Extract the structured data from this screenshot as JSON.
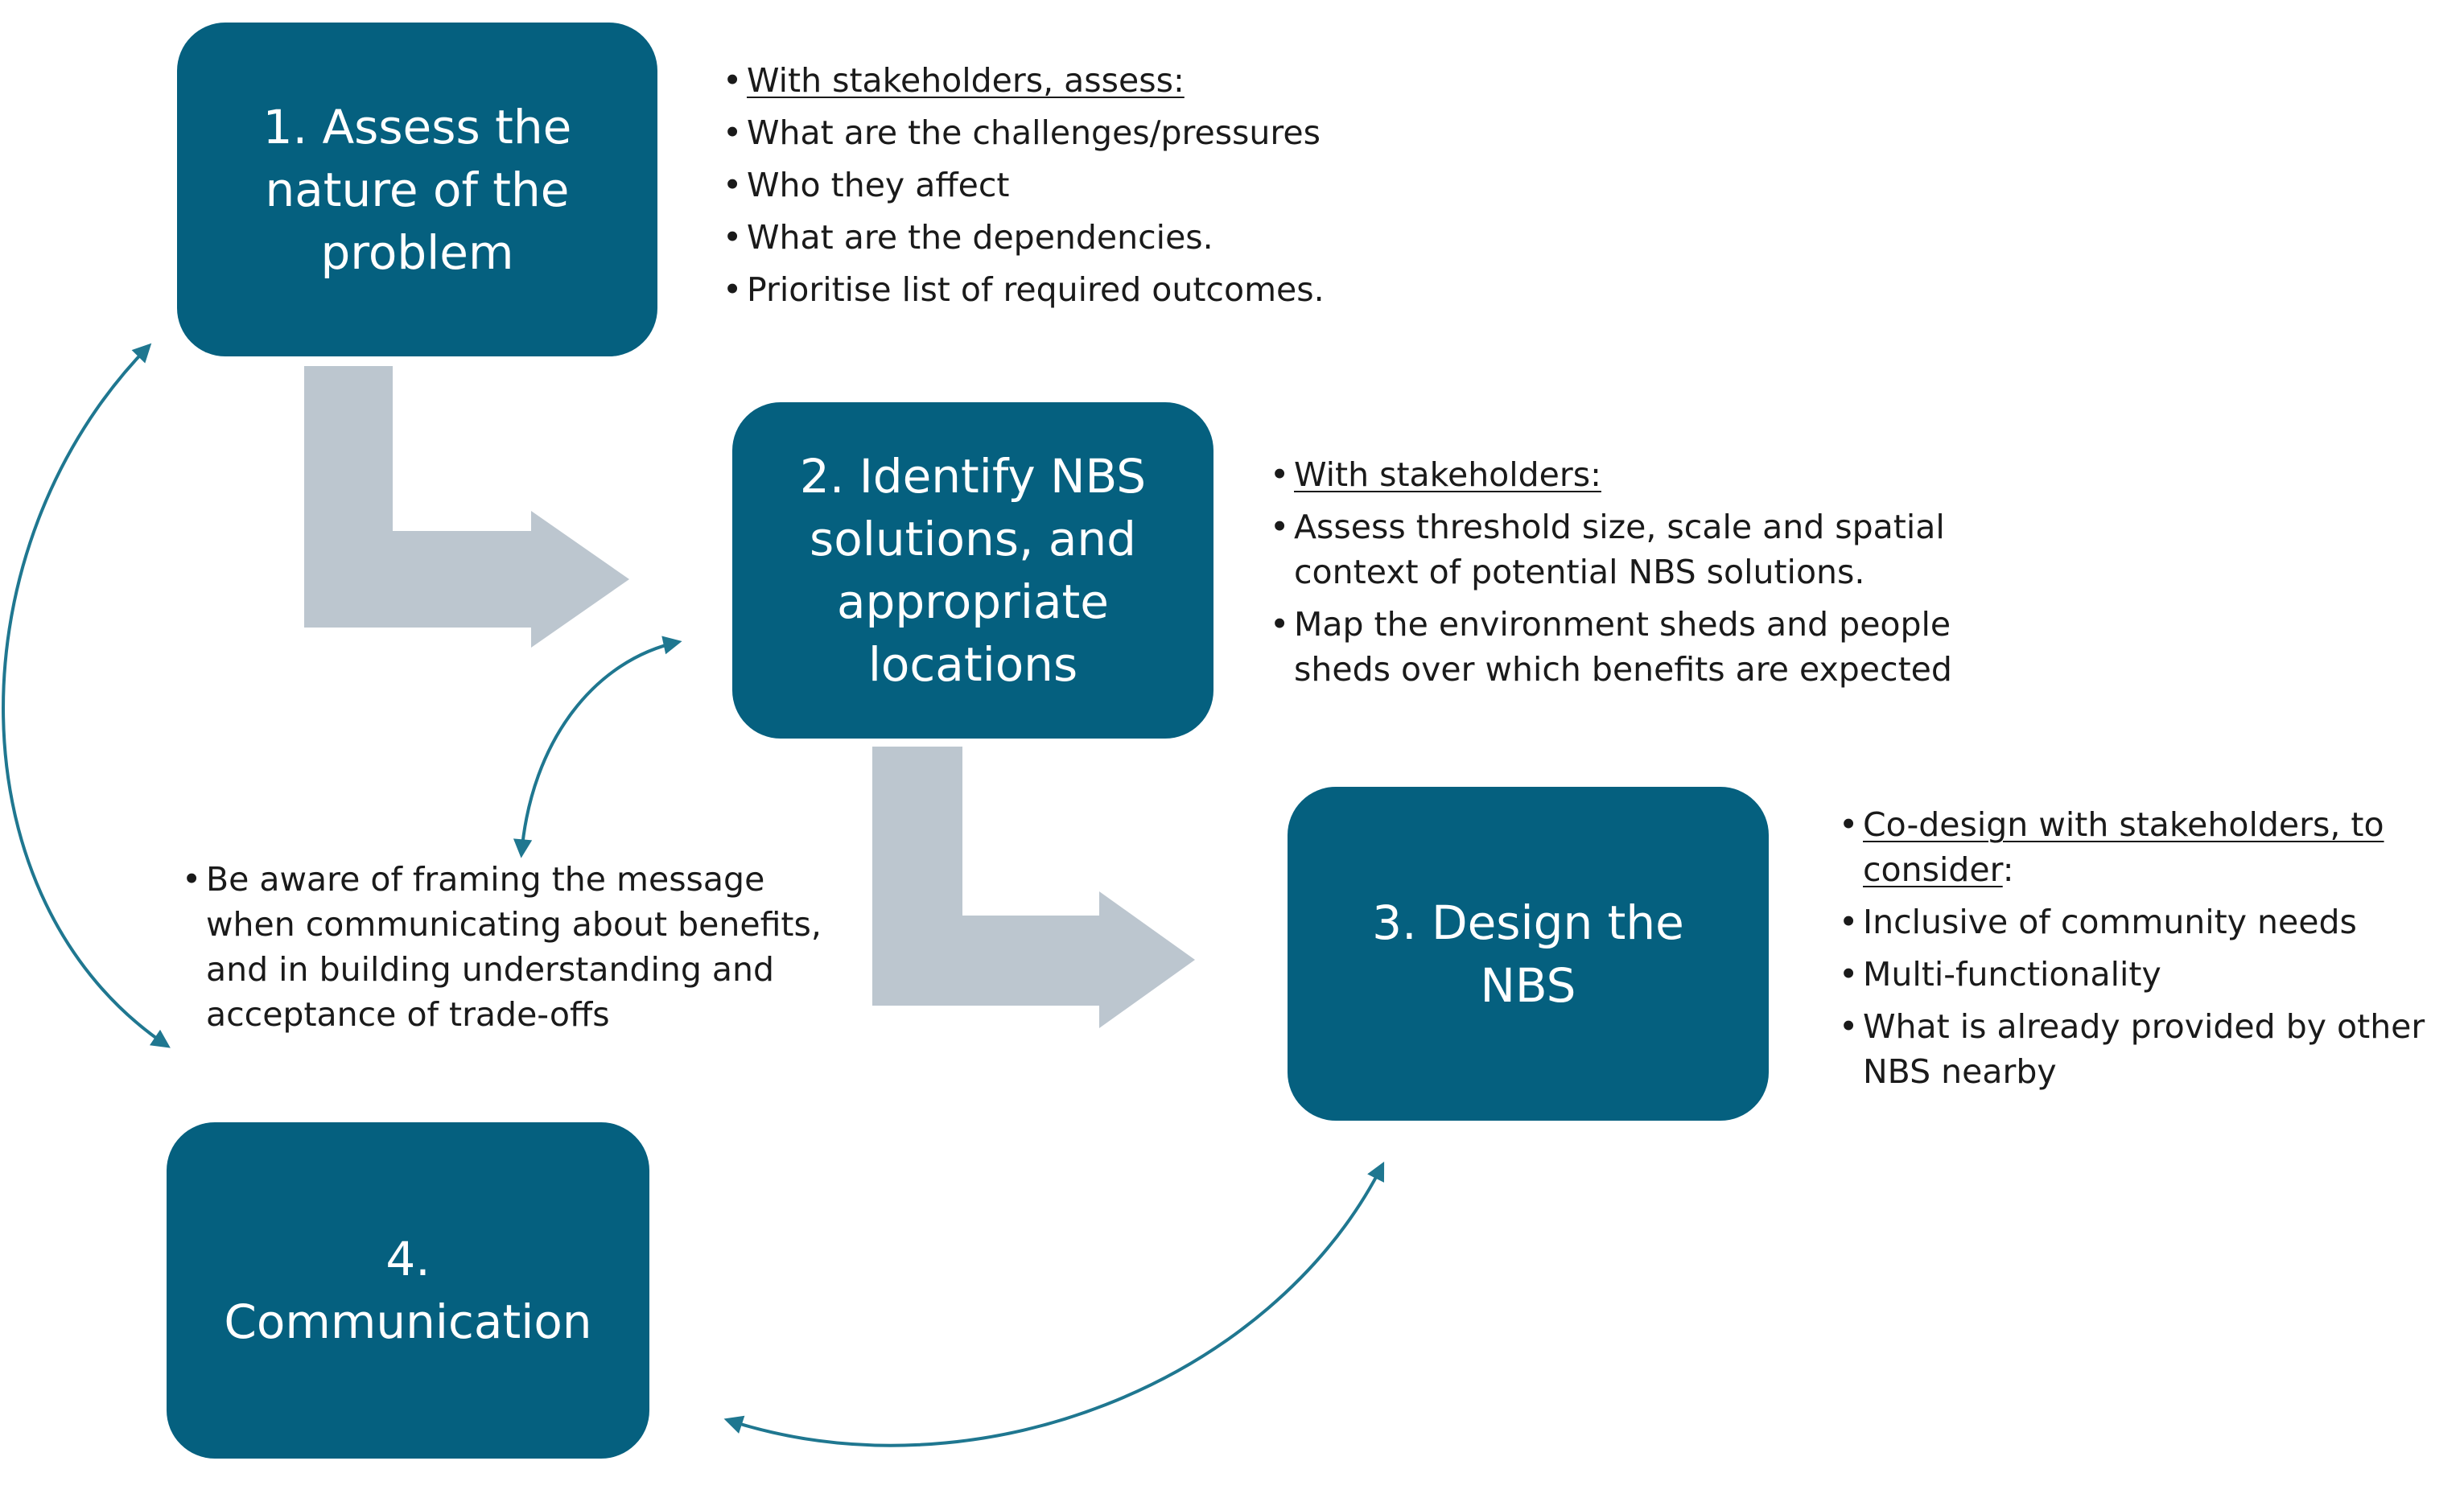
{
  "colors": {
    "box": "#05607f",
    "arrow": "#bcc6cf",
    "connector": "#1f7790",
    "text": "#1a1a1a"
  },
  "steps": [
    {
      "title": "1. Assess the\nnature of the\nproblem"
    },
    {
      "title": "2. Identify NBS\nsolutions, and\nappropriate\nlocations"
    },
    {
      "title": "3. Design the\nNBS"
    },
    {
      "title": "4.\nCommunication"
    }
  ],
  "notes": {
    "assess": {
      "heading": "With stakeholders, assess:",
      "items": [
        "What are the challenges/pressures",
        "Who they affect",
        "What are the dependencies.",
        "Prioritise list of required outcomes."
      ]
    },
    "identify": {
      "heading": "With stakeholders:",
      "items": [
        "Assess threshold size, scale and spatial context of potential NBS solutions.",
        "Map the environment sheds and people sheds over which benefits are expected"
      ]
    },
    "design": {
      "heading": "Co-design with stakeholders,  to consider",
      "heading_suffix": ":",
      "items": [
        "Inclusive of community needs",
        "Multi-functionality",
        "What is already provided by other NBS nearby"
      ]
    },
    "communication": {
      "items": [
        "Be aware of framing the message when communicating about benefits, and in building understanding and acceptance of trade-offs"
      ]
    }
  }
}
